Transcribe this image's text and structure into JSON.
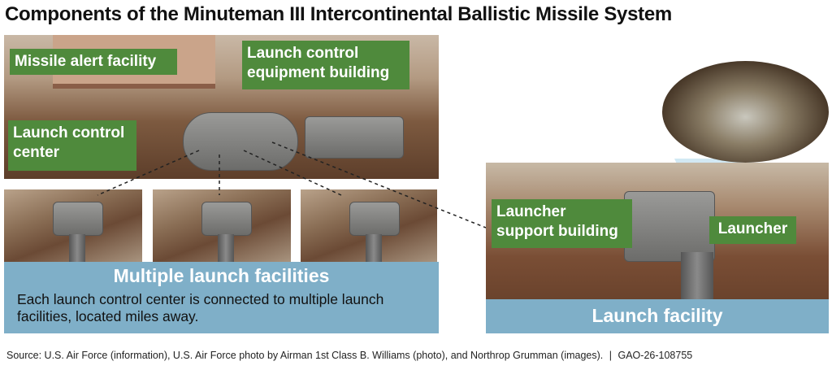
{
  "title": "Components of the Minuteman III Intercontinental Ballistic Missile System",
  "labels": {
    "missile_alert": "Missile alert facility",
    "lce_building": "Launch control equipment building",
    "lcc": "Launch control center",
    "launcher_support": "Launcher support building",
    "launcher": "Launcher"
  },
  "multiple": {
    "heading": "Multiple launch facilities",
    "text": "Each launch control center is connected to multiple launch facilities, located miles away."
  },
  "launch_facility": "Launch facility",
  "footer": {
    "source": "Source: U.S. Air Force (information), U.S. Air Force photo by Airman 1st Class B. Williams (photo), and Northrop Grumman (images).",
    "id": "GAO-26-108755"
  },
  "colors": {
    "label_green": "#4f8a3c",
    "caption_blue": "#7fafc8"
  }
}
